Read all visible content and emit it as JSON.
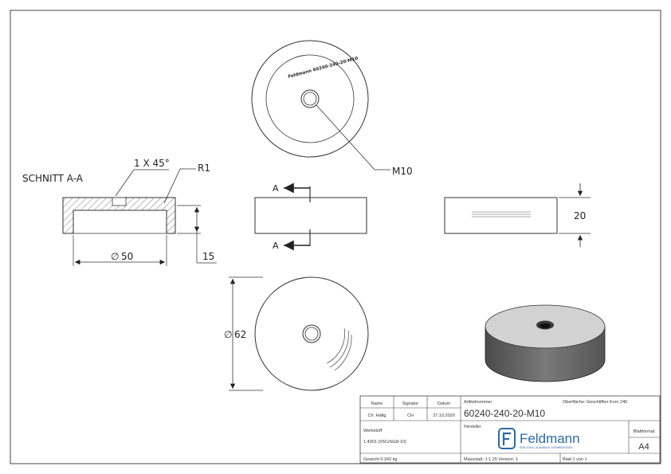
{
  "section_label": "SCHNITT A-A",
  "dims": {
    "chamfer": "1 X 45°",
    "radius": "R1",
    "diameter_inner": "50",
    "diameter_symbol": "∅",
    "depth": "15",
    "height": "20",
    "diameter_outer": "62",
    "thread": "M10",
    "section_marker": "A"
  },
  "engraving": "Feldmann 60240-240-20-M10",
  "title_block": {
    "col_name": "Name",
    "col_signature": "Signatur",
    "col_date": "Datum",
    "row_name": "Ch. Häfig",
    "row_signature": "CH",
    "row_date": "27.10.2020",
    "article_label": "Artikelnummer",
    "article_number": "60240-240-20-M10",
    "surface": "Oberfläche: Geschliffen Korn 240",
    "material_label": "Werkstoff:",
    "material_value": "1.4301 (X5CrNi18-10)",
    "maker_label": "Hersteller",
    "brand": "Feldmann",
    "brand_tagline": "EDELSTAHL, ALUMINIUM, SCHMIEDEEISEN",
    "format_label": "Blattformat",
    "format_value": "A4",
    "weight": "Gewicht 0.242 kg",
    "scale": "Massstab: 1:1.25   Version: 1",
    "sheet": "Blatt 1 von 1"
  }
}
